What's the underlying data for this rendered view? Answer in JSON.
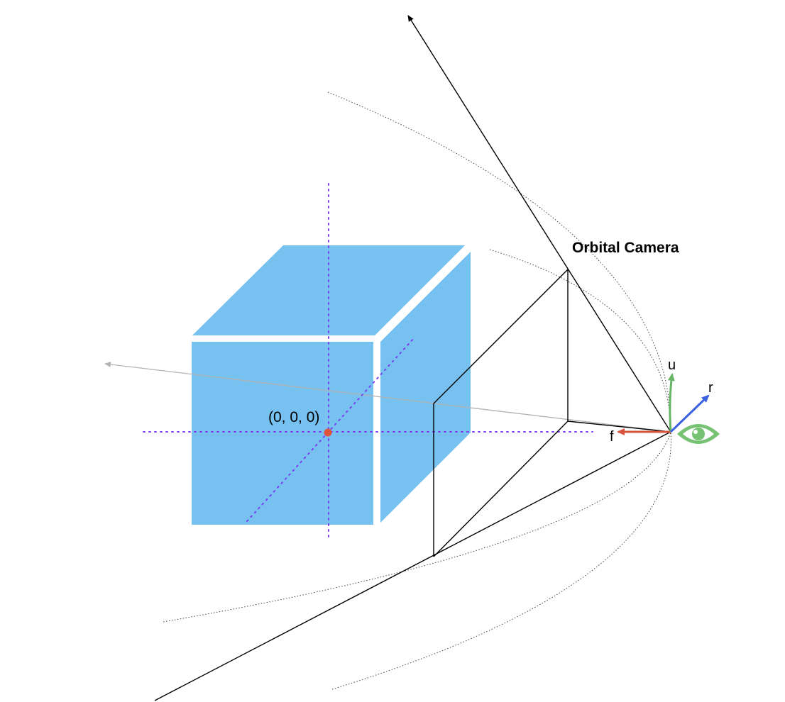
{
  "title": "Orbital Camera",
  "origin_label": "(0, 0, 0)",
  "axis_labels": {
    "forward": "f",
    "up": "u",
    "right": "r"
  },
  "colors": {
    "cube": "#77c1f0",
    "origin_axes": "#7b3ff2",
    "origin_point": "#e0553a",
    "forward": "#d9543f",
    "up": "#66b566",
    "right": "#3b62e0",
    "eye": "#75c272",
    "line": "#000000",
    "view_ray": "#b3b3b3",
    "orbit": "#444444"
  },
  "icons": {
    "camera": "eye-icon"
  }
}
